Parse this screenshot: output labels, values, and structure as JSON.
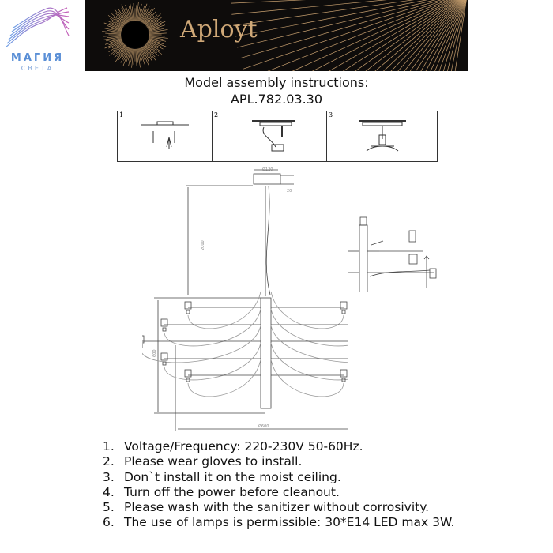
{
  "logo": {
    "name": "МАГИЯ",
    "sub": "СВЕТА"
  },
  "banner": {
    "brand": "Aployt"
  },
  "title": {
    "line1": "Model assembly instructions:",
    "line2": "APL.782.03.30"
  },
  "steps": [
    {
      "number": "1"
    },
    {
      "number": "2"
    },
    {
      "number": "3"
    }
  ],
  "dimensions": {
    "canopy_diameter": "Ø120",
    "canopy_height": "20",
    "cable_length": "2000",
    "body_height": "600",
    "body_diameter": "Ø600"
  },
  "instructions": [
    {
      "num": "1.",
      "text": "Voltage/Frequency: 220-230V 50-60Hz."
    },
    {
      "num": "2.",
      "text": "Please wear gloves to install."
    },
    {
      "num": "3.",
      "text": "Don`t install it on the moist ceiling."
    },
    {
      "num": "4.",
      "text": "Turn off the power before cleanout."
    },
    {
      "num": "5.",
      "text": "Please wash with the sanitizer without corrosivity."
    },
    {
      "num": "6.",
      "text": "The use of lamps is permissible: 30*E14 LED max 3W."
    }
  ]
}
